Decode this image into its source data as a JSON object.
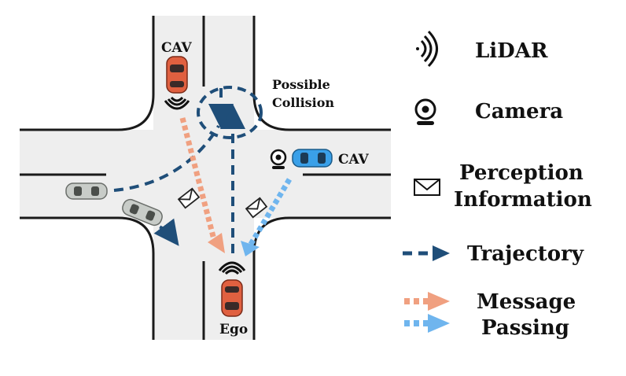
{
  "labels": {
    "cav_top": "CAV",
    "cav_right": "CAV",
    "ego": "Ego",
    "possible_collision_line1": "Possible",
    "possible_collision_line2": "Collision"
  },
  "legend": {
    "lidar": "LiDAR",
    "camera": "Camera",
    "perception_line1": "Perception",
    "perception_line2": "Information",
    "trajectory": "Trajectory",
    "message_line1": "Message",
    "message_line2": "Passing"
  },
  "colors": {
    "road": "#eeeeee",
    "road_edge": "#1a1a1a",
    "trajectory": "#1f4e79",
    "message_orange": "#f0a080",
    "message_blue": "#6fb5ee",
    "cav_red": "#e06040",
    "cav_blue": "#3aa0e8",
    "car_gray": "#c8ccc8"
  },
  "icons": [
    "lidar-icon",
    "camera-icon",
    "envelope-icon",
    "car-icon"
  ]
}
